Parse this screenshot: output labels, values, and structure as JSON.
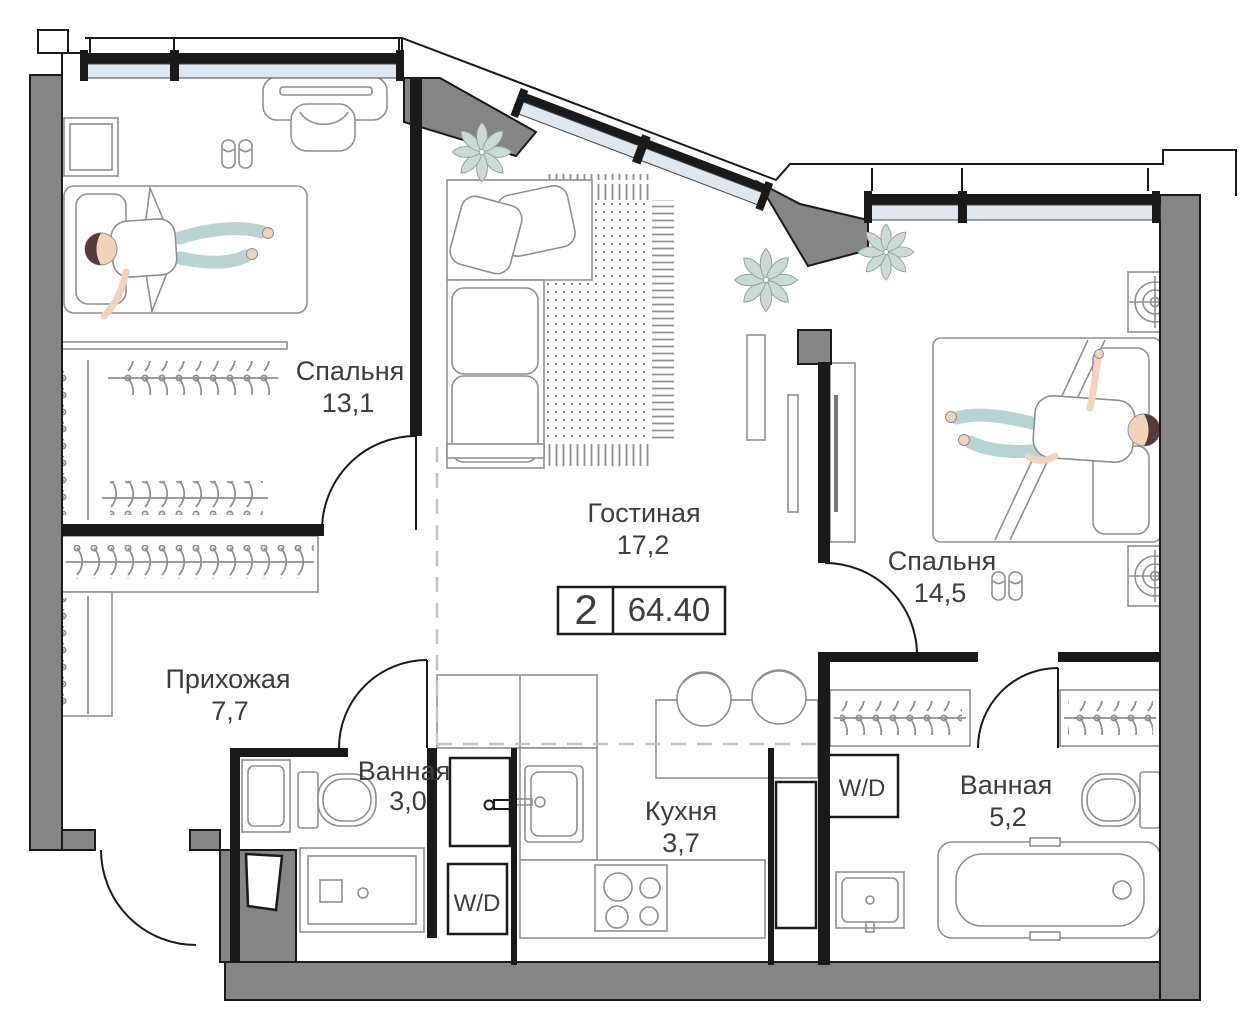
{
  "plan_title": "2-room apartment floor plan",
  "badge": {
    "rooms_count": "2",
    "total_area": "64.40"
  },
  "rooms": [
    {
      "key": "bedroom-1",
      "name": "Спальня",
      "area": "13,1"
    },
    {
      "key": "living-room",
      "name": "Гостиная",
      "area": "17,2"
    },
    {
      "key": "hallway",
      "name": "Прихожая",
      "area": "7,7"
    },
    {
      "key": "bathroom-1",
      "name": "Ванная",
      "area": "3,0"
    },
    {
      "key": "kitchen",
      "name": "Кухня",
      "area": "3,7"
    },
    {
      "key": "bedroom-2",
      "name": "Спальня",
      "area": "14,5"
    },
    {
      "key": "bathroom-2",
      "name": "Ванная",
      "area": "5,2"
    }
  ],
  "appliances": {
    "washer_dryer_1": "W/D",
    "washer_dryer_2": "W/D"
  },
  "colors": {
    "wall": "#858585",
    "glass": "#dde7f0",
    "furniture": "#8f8f8f",
    "text": "#3d3d3d",
    "plant": "#c9dbd4",
    "plantStroke": "#8aa099",
    "skin": "#f2d3ba",
    "cloth": "#b7d4d1",
    "hair": "#573a3e",
    "dash": "#c4c4c4"
  }
}
